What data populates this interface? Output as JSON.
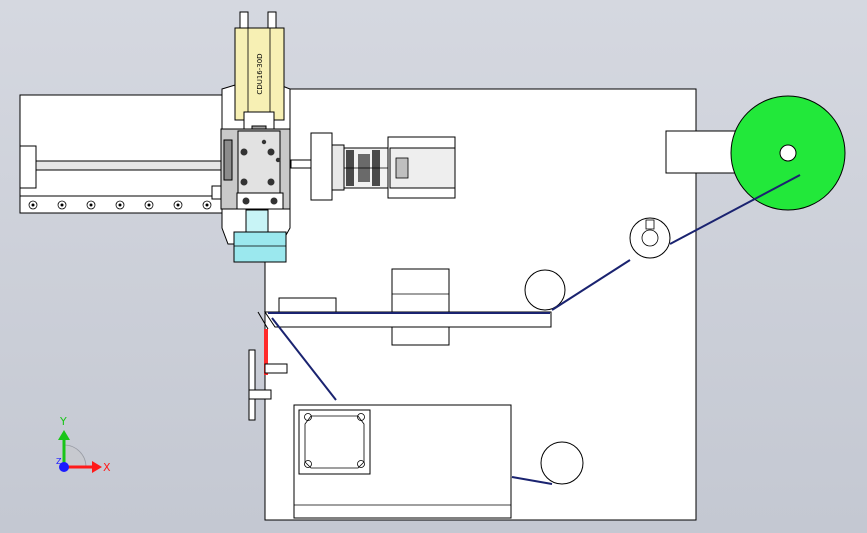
{
  "viewport": {
    "background": "#cfd2da"
  },
  "cylinder": {
    "model_label": "CDU16-30D"
  },
  "triad": {
    "x_label": "X",
    "y_label": "Y",
    "z_label": "Z",
    "x_color": "#ff1a1a",
    "y_color": "#19c519",
    "z_color": "#1a1aff"
  },
  "colors": {
    "spool_green": "#22e83a",
    "cylinder_yellow": "#f7f0b4",
    "bushing_cyan": "#9be8ee",
    "wire_navy": "#1a2370",
    "marker_red": "#ff2a2a"
  }
}
